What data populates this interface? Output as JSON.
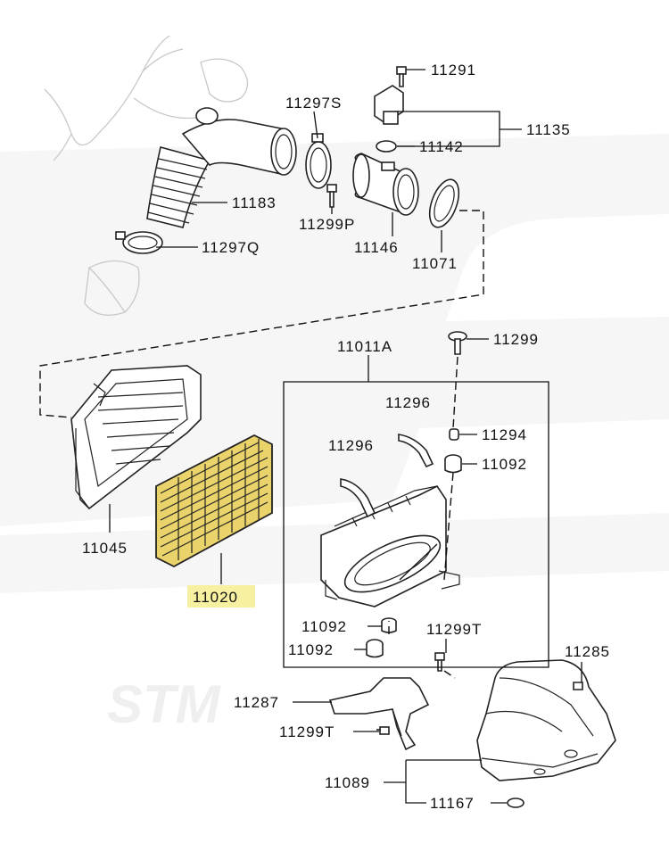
{
  "highlight_color": "#f7f0a0",
  "filter_color": "#e9d36a",
  "labels": {
    "p11291": "11291",
    "p11135": "11135",
    "p11142": "11142",
    "p11297s": "11297S",
    "p11183": "11183",
    "p11299p": "11299P",
    "p11297q": "11297Q",
    "p11146": "11146",
    "p11071": "11071",
    "p11011a": "11011A",
    "p11299": "11299",
    "p11296a": "11296",
    "p11296b": "11296",
    "p11294": "11294",
    "p11092a": "11092",
    "p11045": "11045",
    "p11020": "11020",
    "p11092b": "11092",
    "p11092c": "11092",
    "p11299t": "11299T",
    "p11285": "11285",
    "p11287": "11287",
    "p11299t2": "11299T",
    "p11089": "11089",
    "p11167": "11167"
  }
}
